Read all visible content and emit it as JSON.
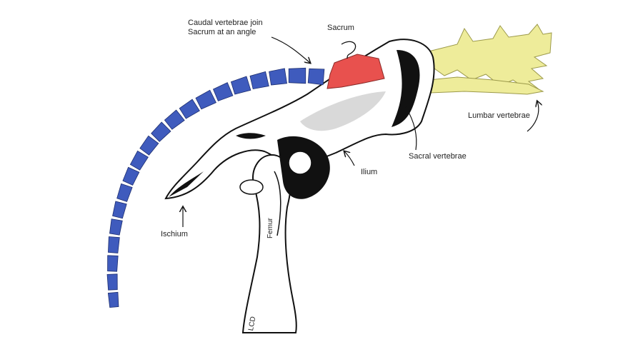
{
  "labels": {
    "caudal_line1": "Caudal vertebrae join",
    "caudal_line2": "Sacrum at an angle",
    "sacrum": "Sacrum",
    "lumbar": "Lumbar vertebrae",
    "sacral": "Sacral vertebrae",
    "ilium": "Ilium",
    "ischium": "Ischium",
    "femur": "Femur",
    "signature": "LCD"
  },
  "colors": {
    "caudal": "#3f5bbd",
    "sacrum": "#e8514e",
    "lumbar": "#eeec9a",
    "outline": "#111111",
    "bone": "#ffffff",
    "shade": "#d9d9d9"
  }
}
